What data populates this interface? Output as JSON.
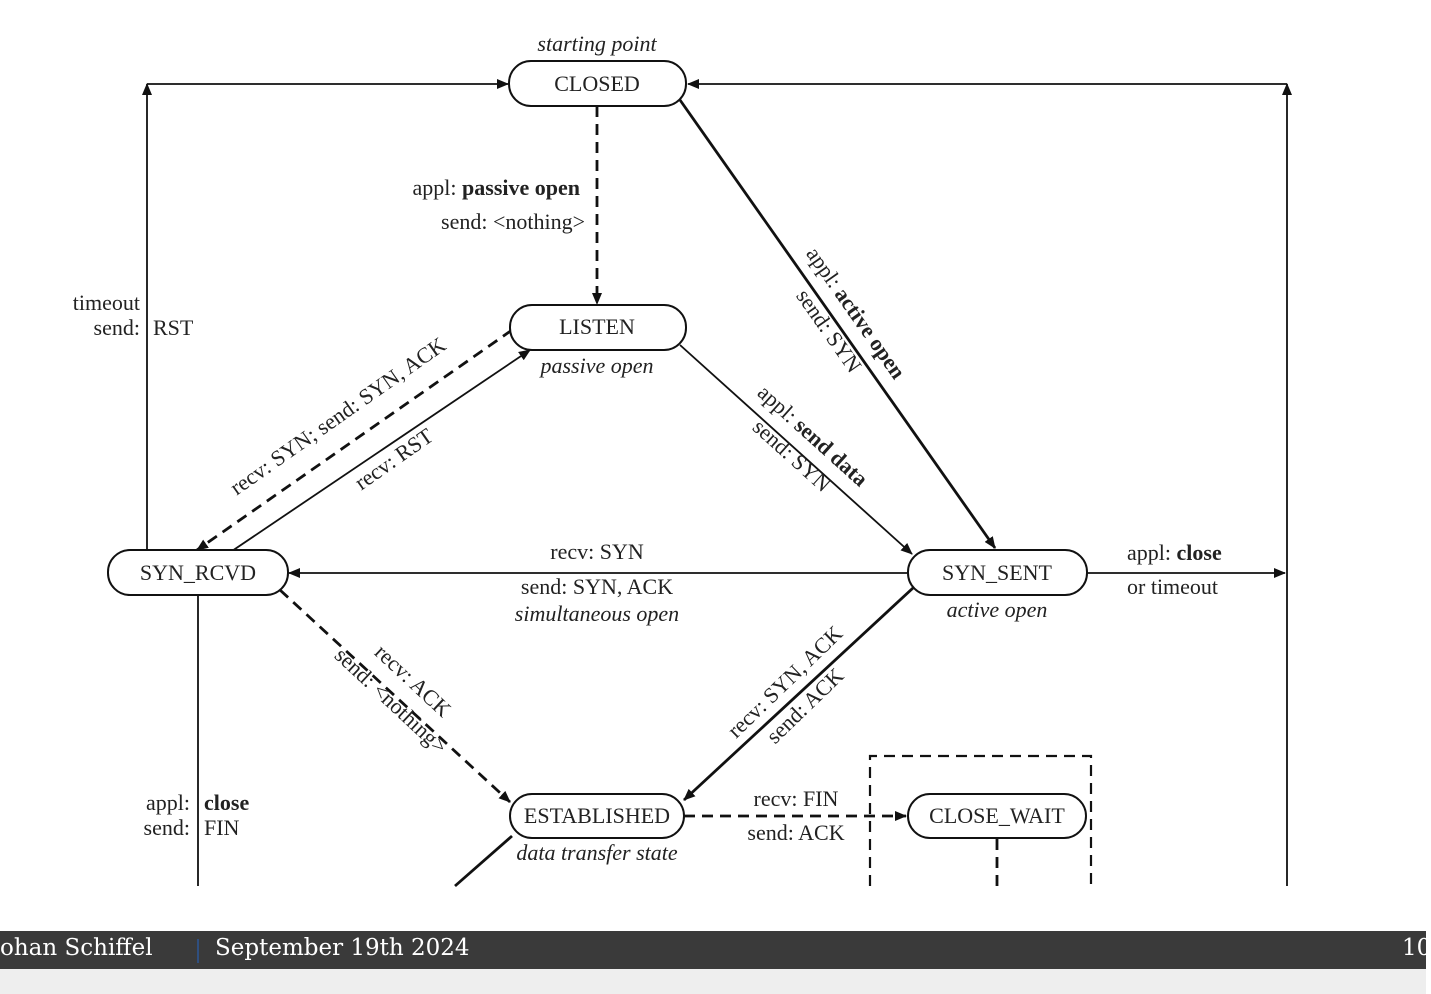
{
  "states": {
    "closed": "CLOSED",
    "listen": "LISTEN",
    "syn_rcvd": "SYN_RCVD",
    "syn_sent": "SYN_SENT",
    "established": "ESTABLISHED",
    "close_wait": "CLOSE_WAIT"
  },
  "state_notes": {
    "closed": "starting point",
    "listen": "passive open",
    "syn_sent": "active open",
    "established": "data transfer state"
  },
  "transitions": {
    "passive_open": {
      "appl_prefix": "appl: ",
      "appl_bold": "passive open",
      "send": "send: <nothing>"
    },
    "active_open": {
      "appl_prefix": "appl: ",
      "appl_bold": "active open",
      "send": "send: SYN"
    },
    "send_data": {
      "appl_prefix": "appl: ",
      "appl_bold": "send data",
      "send": "send: SYN"
    },
    "timeout_rst": {
      "line1": "timeout",
      "line2_prefix": "send:",
      "line2_value": "RST"
    },
    "recv_syn_listen": {
      "text": "recv: SYN;   send: SYN, ACK"
    },
    "recv_rst": {
      "text": "recv: RST"
    },
    "simultaneous": {
      "recv": "recv: SYN",
      "send": "send: SYN, ACK",
      "note": "simultaneous open"
    },
    "close_timeout": {
      "appl_prefix": "appl: ",
      "appl_bold": "close",
      "line2": "or timeout"
    },
    "recv_ack": {
      "recv": "recv: ACK",
      "send": "send: <nothing>"
    },
    "recv_synack": {
      "recv": "recv: SYN, ACK",
      "send": "send: ACK"
    },
    "appl_close_fin": {
      "appl_prefix": "appl:",
      "appl_bold": "close",
      "send_prefix": "send:",
      "send_value": "FIN"
    },
    "recv_fin": {
      "recv": "recv: FIN",
      "send": "send: ACK"
    }
  },
  "footer": {
    "author": "ohan Schiffel",
    "date": "September 19th 2024",
    "page": "10"
  }
}
